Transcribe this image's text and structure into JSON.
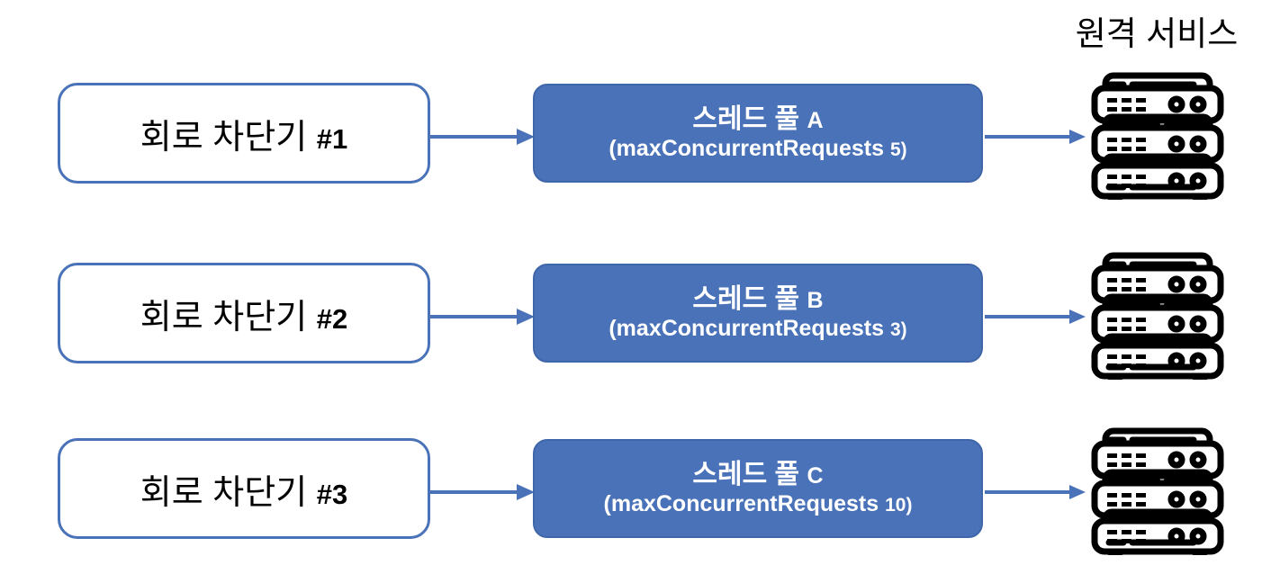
{
  "diagram": {
    "title_right": "원격 서비스",
    "colors": {
      "accent_blue": "#4a72b8",
      "pool_fill": "#4a72b8",
      "pool_border": "#3f66a8",
      "box_border": "#4a72b8",
      "box_fill": "#ffffff",
      "text_dark": "#000000",
      "text_light": "#ffffff",
      "background": "#ffffff"
    },
    "rows": [
      {
        "breaker_label": "회로 차단기",
        "breaker_number": "#1",
        "arrow1": "arrow-right",
        "pool_title": "스레드 풀",
        "pool_letter": "A",
        "pool_subtitle_prefix": "(maxConcurrentRequests",
        "pool_subtitle_value": "5)",
        "arrow2": "arrow-right",
        "service_icon": "server-rack-icon"
      },
      {
        "breaker_label": "회로 차단기",
        "breaker_number": "#2",
        "arrow1": "arrow-right",
        "pool_title": "스레드 풀",
        "pool_letter": "B",
        "pool_subtitle_prefix": "(maxConcurrentRequests",
        "pool_subtitle_value": "3)",
        "arrow2": "arrow-right",
        "service_icon": "server-rack-icon"
      },
      {
        "breaker_label": "회로 차단기",
        "breaker_number": "#3",
        "arrow1": "arrow-right",
        "pool_title": "스레드 풀",
        "pool_letter": "C",
        "pool_subtitle_prefix": "(maxConcurrentRequests",
        "pool_subtitle_value": "10)",
        "arrow2": "arrow-right",
        "service_icon": "server-rack-icon"
      }
    ]
  }
}
